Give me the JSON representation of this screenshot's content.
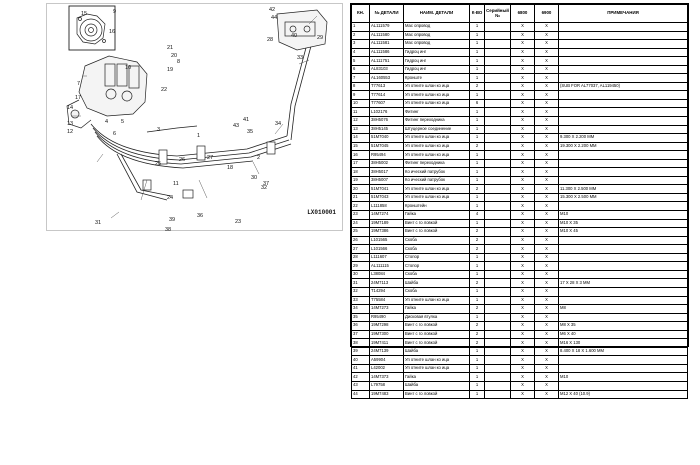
{
  "diagram": {
    "code": "LX010001",
    "callouts": [
      "1",
      "2",
      "3",
      "4",
      "5",
      "6",
      "7",
      "8",
      "9",
      "10",
      "11",
      "12",
      "13",
      "14",
      "15",
      "16",
      "17",
      "18",
      "19",
      "20",
      "21",
      "22",
      "23",
      "24",
      "25",
      "26",
      "27",
      "28",
      "29",
      "30",
      "31",
      "32",
      "33",
      "34",
      "35",
      "36",
      "37",
      "38",
      "39",
      "40",
      "41",
      "42",
      "43",
      "44"
    ]
  },
  "table": {
    "headers": [
      "КН.",
      "№ ДЕТАЛИ",
      "НАИМ. ДЕТАЛИ",
      "К-ВО",
      "Серийный №",
      "6800",
      "6900",
      "ПРИМЕЧАНИЯ"
    ],
    "rows": [
      [
        "1",
        "AL111579",
        "Мас опровод",
        "1",
        "",
        "X",
        "X",
        ""
      ],
      [
        "2",
        "AL111580",
        "Мас опровод",
        "1",
        "",
        "X",
        "X",
        ""
      ],
      [
        "3",
        "AL111581",
        "Мас опровод",
        "1",
        "",
        "X",
        "X",
        ""
      ],
      [
        "4",
        "AL111586",
        "Гидроц инг",
        "1",
        "",
        "X",
        "X",
        ""
      ],
      [
        "5",
        "AL111751",
        "Гидроц инг",
        "1",
        "",
        "X",
        "X",
        ""
      ],
      [
        "6",
        "AL83103",
        "Гидроц инг",
        "1",
        "",
        "X",
        "X",
        ""
      ],
      [
        "7",
        "AL160553",
        "Кронште",
        "1",
        "",
        "X",
        "X",
        ""
      ],
      [
        "8",
        "T77613",
        "Уп отните шлан ко ица",
        "2",
        "",
        "X",
        "X",
        "(SUB FOR AL77037, AL119450)"
      ],
      [
        "9",
        "T77614",
        "Уп отните шлан ко ица",
        "1",
        "",
        "X",
        "X",
        ""
      ],
      [
        "10",
        "T77607",
        "Уп отните шлан ко ица",
        "6",
        "",
        "X",
        "X",
        ""
      ],
      [
        "11",
        "L102176",
        "Фитинг",
        "1",
        "",
        "X",
        "X",
        ""
      ],
      [
        "12",
        "38H5076",
        "Фитинг переходника",
        "1",
        "",
        "X",
        "X",
        ""
      ],
      [
        "13",
        "38H5145",
        "Штуцерное соединение",
        "1",
        "",
        "X",
        "X",
        ""
      ],
      [
        "14",
        "51M7040",
        "Уп отните шлан ко ица",
        "1",
        "",
        "X",
        "X",
        "9.300 X 2.200 MM"
      ],
      [
        "15",
        "51M7045",
        "Уп отните шлан ко ица",
        "2",
        "",
        "X",
        "X",
        "19.300 X 2.200 MM"
      ],
      [
        "16",
        "R95494",
        "Уп отните шлан ко ица",
        "1",
        "",
        "X",
        "X",
        ""
      ],
      [
        "17",
        "38H5002",
        "Фитинг переходника",
        "1",
        "",
        "X",
        "X",
        ""
      ],
      [
        "18",
        "38H5017",
        "Ко ический патрубок",
        "1",
        "",
        "X",
        "X",
        ""
      ],
      [
        "19",
        "38H5007",
        "Ко ический патрубок",
        "1",
        "",
        "X",
        "X",
        ""
      ],
      [
        "20",
        "51M7041",
        "Уп отните шлан ко ица",
        "2",
        "",
        "X",
        "X",
        "11.300 X 2.500 MM"
      ],
      [
        "21",
        "51M7043",
        "Уп отните шлан ко ица",
        "1",
        "",
        "X",
        "X",
        "15.300 X 2.500 MM"
      ],
      [
        "22",
        "L111858",
        "Кронштейн",
        "1",
        "",
        "X",
        "X",
        ""
      ],
      [
        "23",
        "14M7274",
        "Гайка",
        "4",
        "",
        "X",
        "X",
        "M10"
      ],
      [
        "24",
        "19M7189",
        "Винт с го ловкой",
        "1",
        "",
        "X",
        "X",
        "M10 X 35"
      ],
      [
        "25",
        "19M7386",
        "Винт с го ловкой",
        "2",
        "",
        "X",
        "X",
        "M10 X 45"
      ],
      [
        "26",
        "L101565",
        "Скоба",
        "2",
        "",
        "X",
        "X",
        ""
      ],
      [
        "27",
        "L101566",
        "Скоба",
        "2",
        "",
        "X",
        "X",
        ""
      ],
      [
        "28",
        "L111607",
        "Стопор",
        "1",
        "",
        "X",
        "X",
        ""
      ],
      [
        "29",
        "AL111115",
        "Стопор",
        "1",
        "",
        "X",
        "X",
        ""
      ],
      [
        "30",
        "L38084",
        "Скоба",
        "1",
        "",
        "X",
        "X",
        ""
      ],
      [
        "31",
        "24M7113",
        "Шайба",
        "2",
        "",
        "X",
        "X",
        "17 X 28 X 3 MM"
      ],
      [
        "32",
        "T14294",
        "Скоба",
        "1",
        "",
        "X",
        "X",
        ""
      ],
      [
        "33",
        "T75584",
        "Уп отните шлан ко ица",
        "1",
        "",
        "X",
        "X",
        ""
      ],
      [
        "34",
        "14M7273",
        "Гайка",
        "2",
        "",
        "X",
        "X",
        "M8"
      ],
      [
        "35",
        "R95490",
        "Дисковая втулка",
        "1",
        "",
        "X",
        "X",
        ""
      ],
      [
        "36",
        "19M7298",
        "Винт с го ловкой",
        "2",
        "",
        "X",
        "X",
        "M8 X 35"
      ],
      [
        "37",
        "19M7300",
        "Винт с го ловкой",
        "2",
        "",
        "X",
        "X",
        "M6 X 40"
      ],
      [
        "38",
        "19M7411",
        "Винт с го ловкой",
        "2",
        "",
        "X",
        "X",
        "M16 X 130"
      ],
      [
        "39",
        "24M7139",
        "Шайба",
        "1",
        "",
        "X",
        "X",
        "8.400 X 18 X 1.600 MM"
      ],
      [
        "40",
        "A59904",
        "Уп отните шлан ко ица",
        "1",
        "",
        "X",
        "X",
        ""
      ],
      [
        "41",
        "L42002",
        "Уп отните шлан ко ица",
        "1",
        "",
        "X",
        "X",
        ""
      ],
      [
        "42",
        "14M7373",
        "Гайка",
        "1",
        "",
        "X",
        "X",
        "M10"
      ],
      [
        "43",
        "L79758",
        "Шайба",
        "1",
        "",
        "X",
        "X",
        ""
      ],
      [
        "44",
        "19M7483",
        "Винт с го ловкой",
        "1",
        "",
        "X",
        "X",
        "M12 X 40 (10.9)"
      ]
    ]
  }
}
